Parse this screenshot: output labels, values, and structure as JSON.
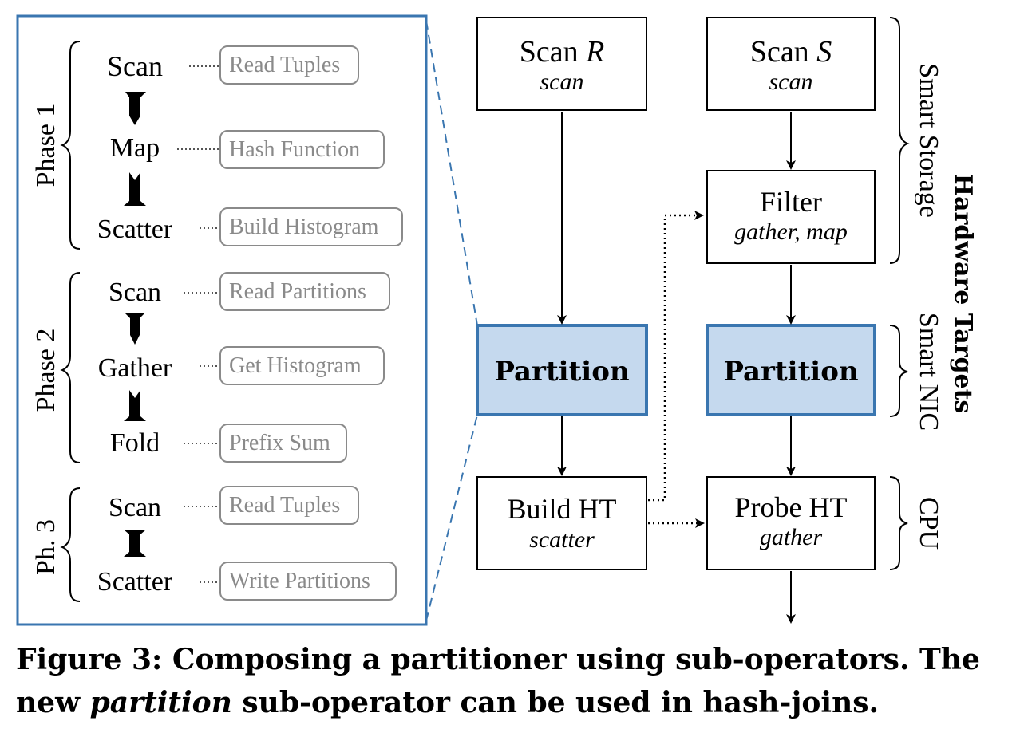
{
  "colors": {
    "accent_border": "#3a76b0",
    "accent_fill": "#c5d9ee",
    "grey_text": "#8a8a8a",
    "grey_border": "#8a8a8a"
  },
  "phases": [
    {
      "label": "Phase 1",
      "steps": [
        {
          "name": "Scan",
          "detail": "Read Tuples"
        },
        {
          "name": "Map",
          "detail": "Hash Function"
        },
        {
          "name": "Scatter",
          "detail": "Build Histogram"
        }
      ]
    },
    {
      "label": "Phase 2",
      "steps": [
        {
          "name": "Scan",
          "detail": "Read Partitions"
        },
        {
          "name": "Gather",
          "detail": "Get Histogram"
        },
        {
          "name": "Fold",
          "detail": "Prefix Sum"
        }
      ]
    },
    {
      "label": "Ph. 3",
      "steps": [
        {
          "name": "Scan",
          "detail": "Read Tuples"
        },
        {
          "name": "Scatter",
          "detail": "Write Partitions"
        }
      ]
    }
  ],
  "operators": {
    "scan_r": {
      "title": "Scan",
      "var": "R",
      "sub": "scan"
    },
    "scan_s": {
      "title": "Scan",
      "var": "S",
      "sub": "scan"
    },
    "filter": {
      "title": "Filter",
      "sub": "gather, map"
    },
    "partition_left": {
      "title": "Partition"
    },
    "partition_right": {
      "title": "Partition"
    },
    "build_ht": {
      "title": "Build HT",
      "sub": "scatter"
    },
    "probe_ht": {
      "title": "Probe HT",
      "sub": "gather"
    }
  },
  "hardware": {
    "title": "Hardware Targets",
    "smart_storage": "Smart Storage",
    "smart_nic": "Smart NIC",
    "cpu": "CPU"
  },
  "caption": {
    "part1": "Figure 3: Composing a partitioner using sub-operators. The new ",
    "italic": "partition",
    "part2": " sub-operator can be used in hash-joins."
  }
}
